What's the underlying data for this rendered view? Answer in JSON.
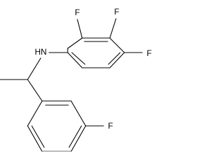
{
  "molecule": {
    "atoms": [
      {
        "label": "F"
      },
      {
        "label": "F"
      },
      {
        "label": "F"
      },
      {
        "label": "HN"
      },
      {
        "label": "F"
      }
    ]
  }
}
